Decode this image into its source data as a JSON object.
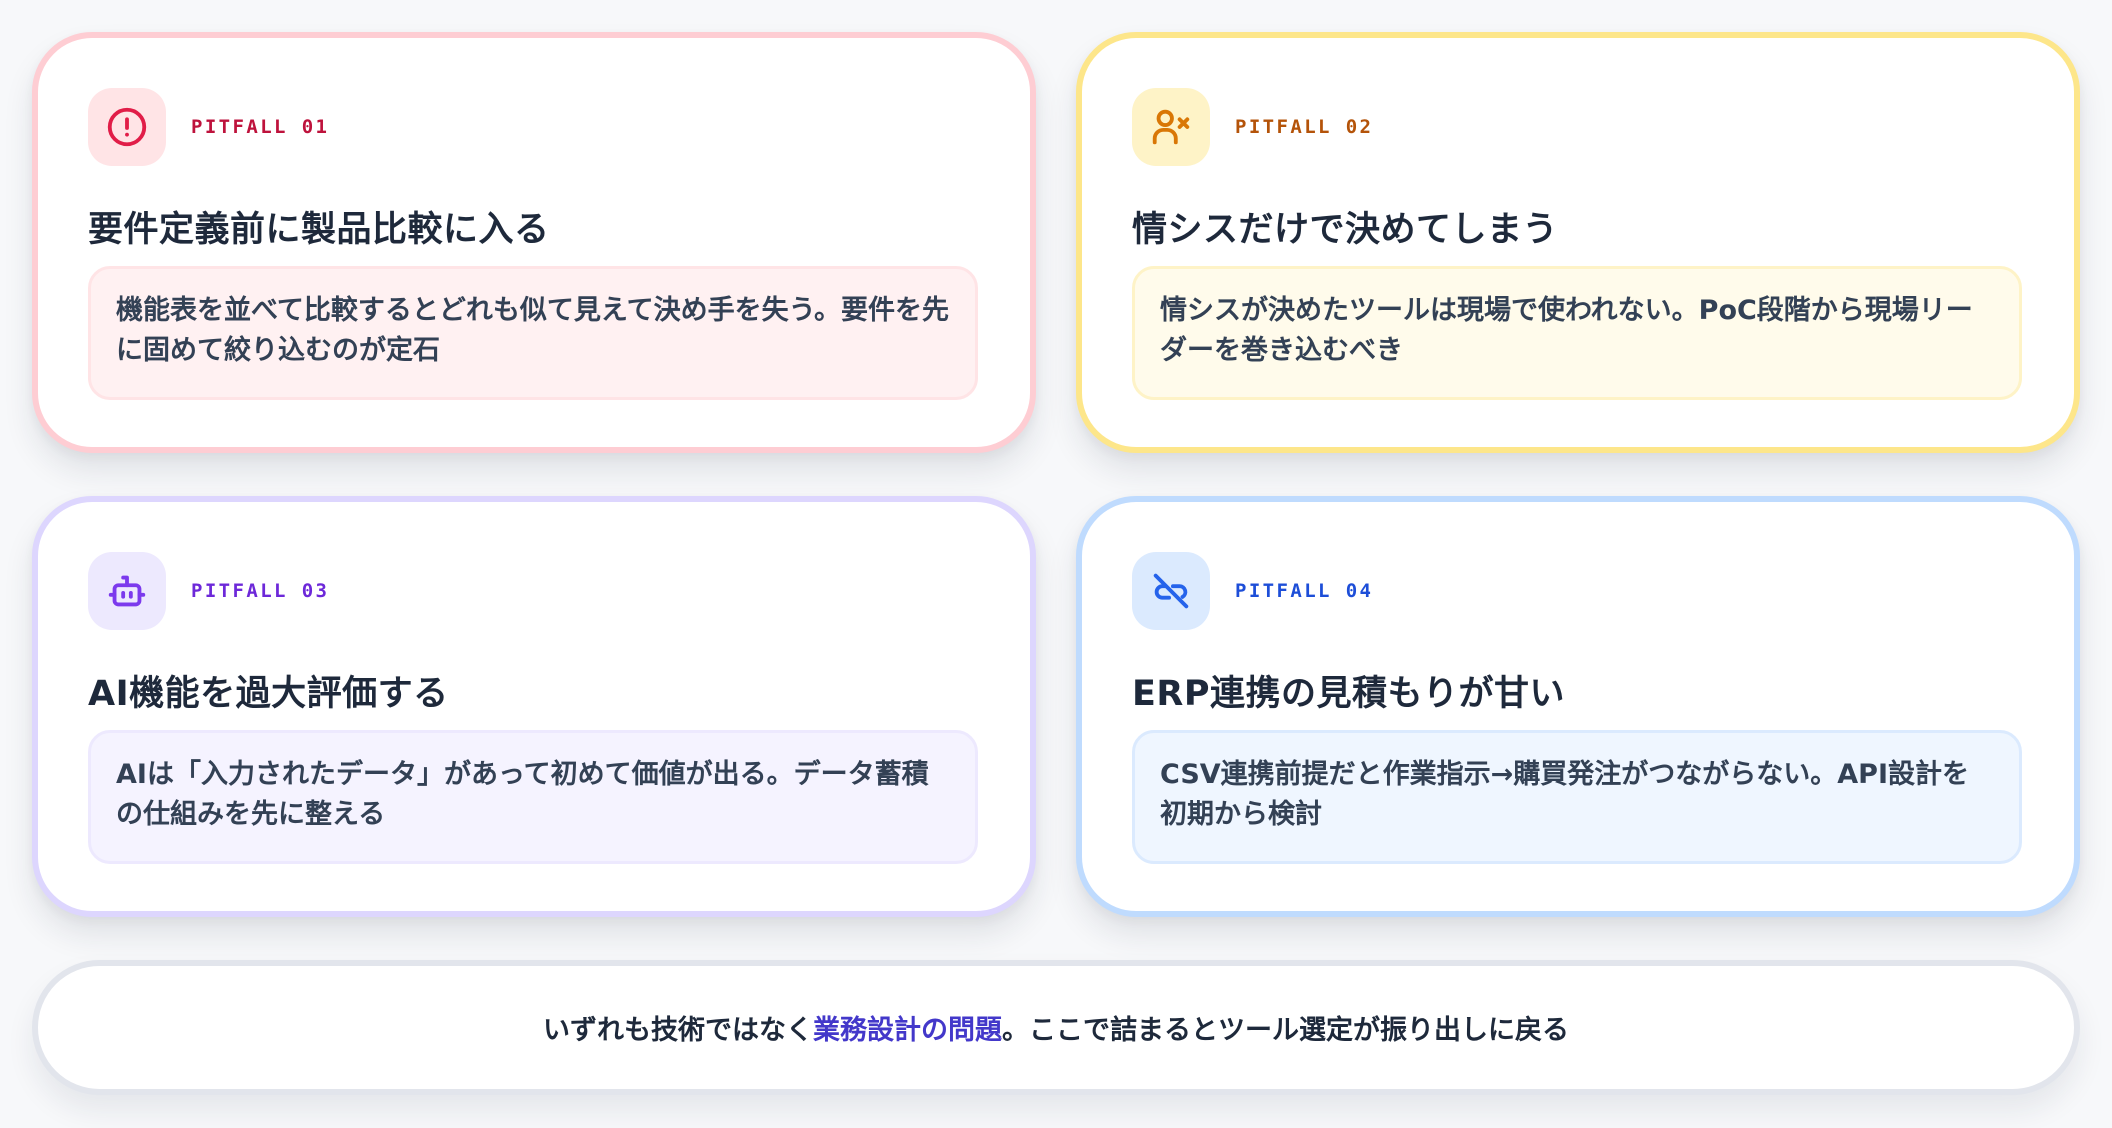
{
  "colors": {
    "page_bg": "#f7f8fa",
    "title_text": "#1e293b",
    "body_text": "#334155",
    "footer_highlight": "#4338ca"
  },
  "cards": [
    {
      "label": "PITFALL 01",
      "icon": "alert-circle-icon",
      "title": "要件定義前に製品比較に入る",
      "description": "機能表を並べて比較するとどれも似て見えて決め手を失う。要件を先に固めて絞り込むのが定石",
      "colors": {
        "border": "#fecdd3",
        "icon_bg": "#ffe4e6",
        "icon": "#e11d48",
        "label": "#be123c",
        "desc_bg": "#fff1f2",
        "desc_border": "#ffe4e6"
      }
    },
    {
      "label": "PITFALL 02",
      "icon": "user-x-icon",
      "title": "情シスだけで決めてしまう",
      "description": "情シスが決めたツールは現場で使われない。PoC段階から現場リーダーを巻き込むべき",
      "colors": {
        "border": "#fde68a",
        "icon_bg": "#fef3c7",
        "icon": "#d97706",
        "label": "#b45309",
        "desc_bg": "#fffbeb",
        "desc_border": "#fef3c7"
      }
    },
    {
      "label": "PITFALL 03",
      "icon": "robot-icon",
      "title": "AI機能を過大評価する",
      "description": "AIは「入力されたデータ」があって初めて価値が出る。データ蓄積の仕組みを先に整える",
      "colors": {
        "border": "#ddd6fe",
        "icon_bg": "#ede9fe",
        "icon": "#7c3aed",
        "label": "#6d28d9",
        "desc_bg": "#f5f3ff",
        "desc_border": "#ede9fe"
      }
    },
    {
      "label": "PITFALL 04",
      "icon": "unlink-icon",
      "title": "ERP連携の見積もりが甘い",
      "description": "CSV連携前提だと作業指示→購買発注がつながらない。API設計を初期から検討",
      "colors": {
        "border": "#bfdbfe",
        "icon_bg": "#dbeafe",
        "icon": "#2563eb",
        "label": "#1d4ed8",
        "desc_bg": "#eff6ff",
        "desc_border": "#dbeafe"
      }
    }
  ],
  "footer": {
    "text_before": "いずれも技術ではなく",
    "highlight": "業務設計の問題",
    "text_after": "。ここで詰まるとツール選定が振り出しに戻る",
    "border": "#e2e5ec"
  }
}
